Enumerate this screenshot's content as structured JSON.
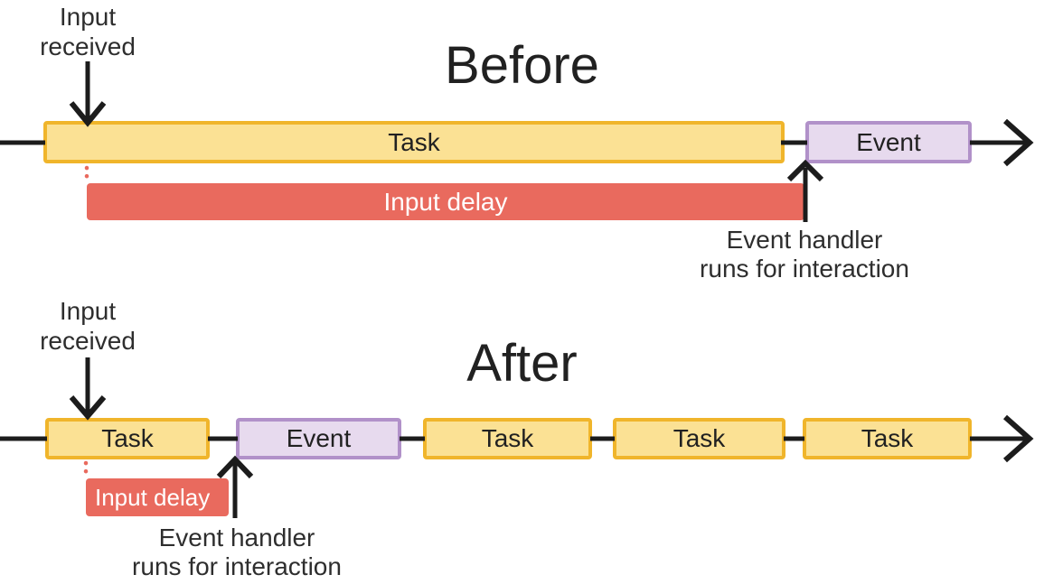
{
  "colors": {
    "task_fill": "#FBE194",
    "task_border": "#F0B52B",
    "event_fill": "#E7DAEE",
    "event_border": "#B191C9",
    "delay_fill": "#E96A5E",
    "delay_text": "#FFFFFF",
    "line": "#1C1C1C",
    "text": "#2E2E2E",
    "title": "#212121"
  },
  "before": {
    "title": "Before",
    "input_label": {
      "line1": "Input",
      "line2": "received"
    },
    "boxes": [
      {
        "type": "task",
        "label": "Task"
      },
      {
        "type": "event",
        "label": "Event"
      }
    ],
    "input_delay_label": "Input delay",
    "handler_label": {
      "line1": "Event handler",
      "line2": "runs for interaction"
    }
  },
  "after": {
    "title": "After",
    "input_label": {
      "line1": "Input",
      "line2": "received"
    },
    "boxes": [
      {
        "type": "task",
        "label": "Task"
      },
      {
        "type": "event",
        "label": "Event"
      },
      {
        "type": "task",
        "label": "Task"
      },
      {
        "type": "task",
        "label": "Task"
      },
      {
        "type": "task",
        "label": "Task"
      }
    ],
    "input_delay_label": "Input delay",
    "handler_label": {
      "line1": "Event handler",
      "line2": "runs for interaction"
    }
  }
}
